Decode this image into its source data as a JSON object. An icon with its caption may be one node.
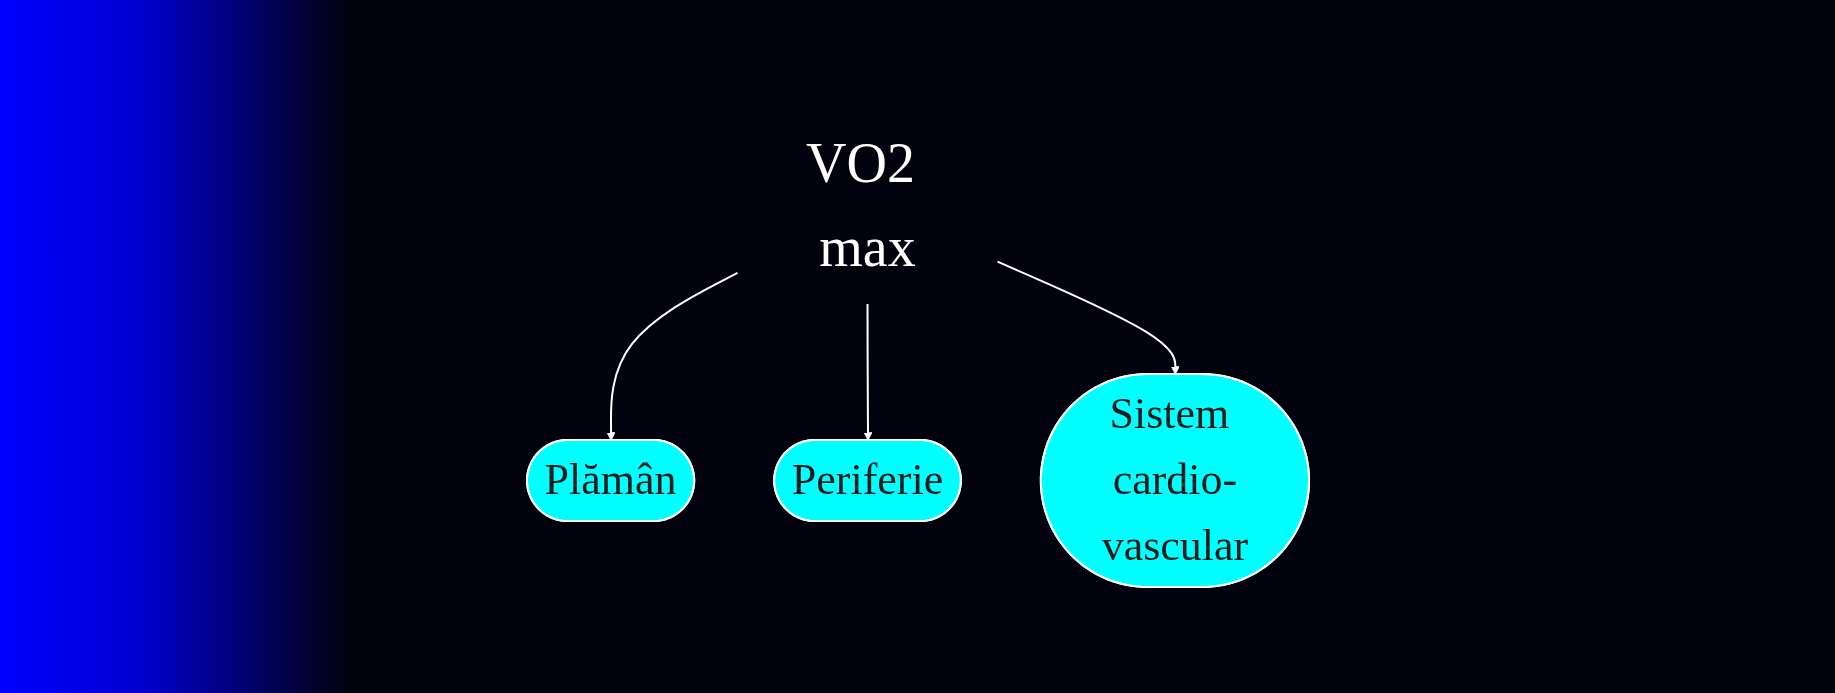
{
  "diagram": {
    "nodes": [
      {
        "text": [
          "Plămân"
        ]
      },
      {
        "text": [
          "VO2 max"
        ]
      },
      {
        "text": [
          "Periferie"
        ]
      },
      {
        "text": [
          "Sistem cardio-vascular"
        ]
      }
    ],
    "edges": [
      {
        "from": 1,
        "to": 0,
        "arrow": "to"
      },
      {
        "from": 1,
        "to": 2,
        "arrow": "to"
      },
      {
        "from": 1,
        "to": 3,
        "arrow": "to"
      }
    ]
  }
}
